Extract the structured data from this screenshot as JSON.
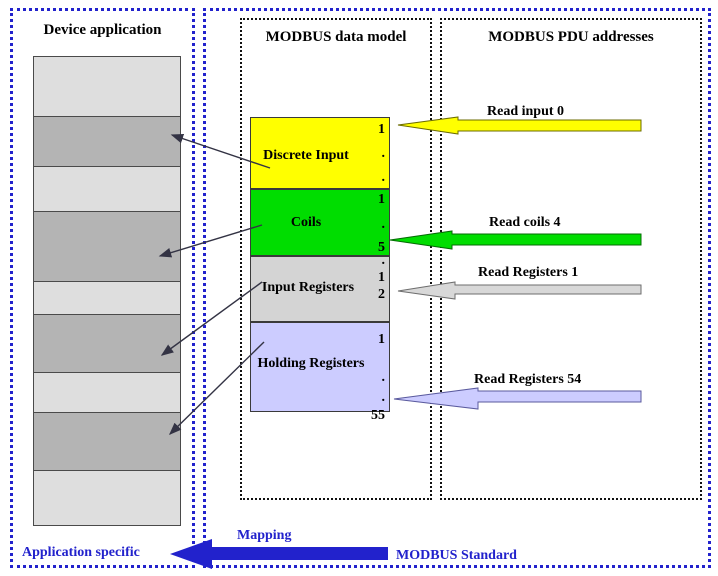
{
  "diagram": {
    "title_device": "Device application",
    "title_data_model": "MODBUS data model",
    "title_pdu": "MODBUS PDU addresses"
  },
  "device_application": {
    "cells": [
      {
        "name": "cell-1",
        "shade": "light"
      },
      {
        "name": "cell-2",
        "shade": "dark"
      },
      {
        "name": "cell-3",
        "shade": "light"
      },
      {
        "name": "cell-4",
        "shade": "dark"
      },
      {
        "name": "cell-5",
        "shade": "light"
      },
      {
        "name": "cell-6",
        "shade": "dark"
      },
      {
        "name": "cell-7",
        "shade": "light"
      },
      {
        "name": "cell-8",
        "shade": "dark"
      },
      {
        "name": "cell-9",
        "shade": "light"
      }
    ]
  },
  "data_model": {
    "blocks": [
      {
        "label": "Discrete Input",
        "color": "#FFFF00",
        "addr_start": "1",
        "addr_dots": ".",
        "addr_end": "."
      },
      {
        "label": "Coils",
        "color": "#00DD00",
        "addr_start": "1",
        "addr_dots": ".",
        "addr_end": "5"
      },
      {
        "label": "Input Registers",
        "color": "#D4D4D4",
        "addr_start": "1",
        "addr_dots": "2",
        "addr_end": "."
      },
      {
        "label": "Holding Registers",
        "color": "#CCCCFF",
        "addr_start": "1",
        "addr_dots": ".",
        "addr_end": "55"
      }
    ]
  },
  "pdu_addresses": {
    "requests": [
      {
        "label": "Read input 0",
        "color": "#FFFF00"
      },
      {
        "label": "Read coils 4",
        "color": "#00DD00"
      },
      {
        "label": "Read Registers 1",
        "color": "#D8D8D8"
      },
      {
        "label": "Read Registers 54",
        "color": "#CCCCFF"
      }
    ]
  },
  "legend": {
    "application_specific": "Application specific",
    "mapping": "Mapping",
    "modbus_standard": "MODBUS Standard",
    "accent_color": "#2222CC"
  }
}
